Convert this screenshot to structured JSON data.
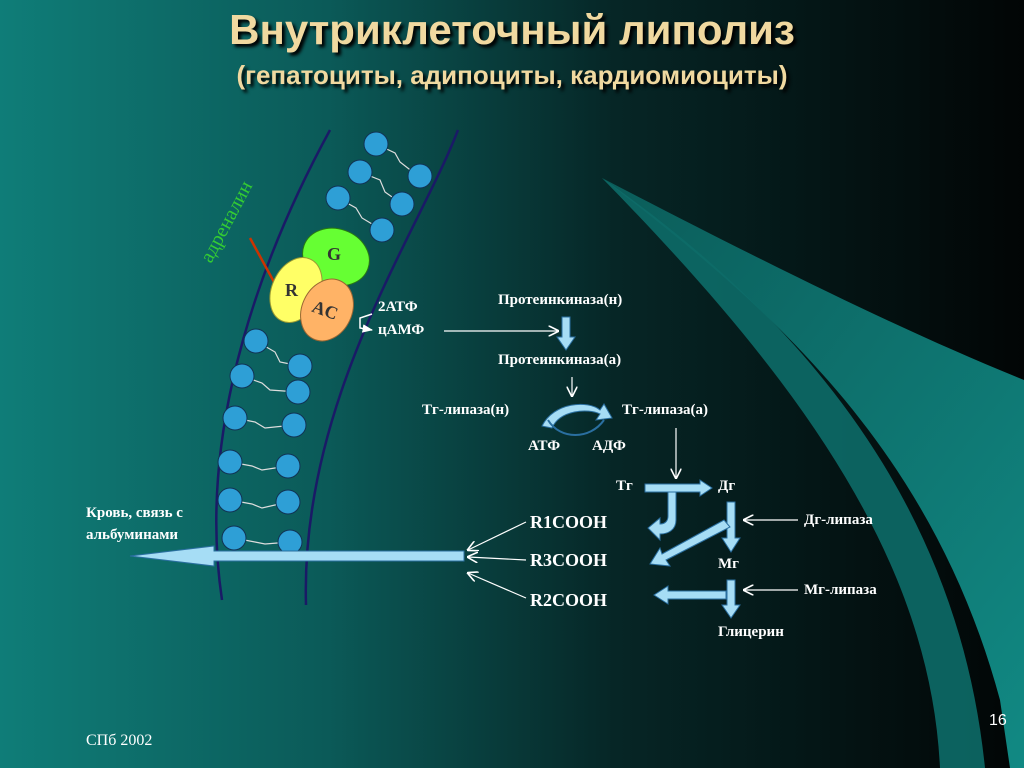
{
  "slide": {
    "title": "Внутриклеточный липолиз",
    "subtitle": "(гепатоциты, адипоциты, кардиомиоциты)",
    "footer": "СПб 2002",
    "page_number": "16"
  },
  "membrane": {
    "hormone": "адреналин",
    "receptor": "R",
    "g_protein": "G",
    "adenylate_cyclase": "AC"
  },
  "camp_pathway": {
    "atp": "2АТФ",
    "camp": "цАМФ",
    "pk_inactive": "Протеинкиназа(н)",
    "pk_active": "Протеинкиназа(а)",
    "tg_lipase_inactive": "Тг-липаза(н)",
    "tg_lipase_active": "Тг-липаза(а)",
    "atp_cofactor": "АТФ",
    "adp_cofactor": "АДФ"
  },
  "hydrolysis": {
    "tg": "Тг",
    "dg": "Дг",
    "mg": "Мг",
    "glycerol": "Глицерин",
    "dg_lipase": "Дг-липаза",
    "mg_lipase": "Мг-липаза",
    "fatty_acids": [
      "R1COOH",
      "R3COOH",
      "R2COOH"
    ]
  },
  "blood": {
    "line1": "Кровь, связь с",
    "line2": "альбуминами"
  },
  "colors": {
    "title": "#f0d9a0",
    "hormone": "#33cc33",
    "g_protein": "#66ff33",
    "receptor": "#ffff66",
    "ac": "#ffb366",
    "phospholipid_head": "#2e9fd6",
    "arrow_fill": "#a6ddf5"
  }
}
